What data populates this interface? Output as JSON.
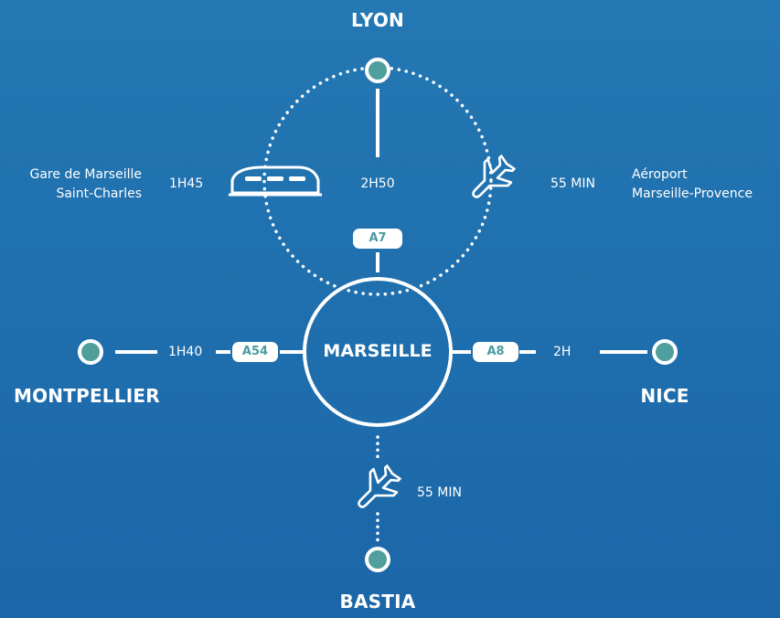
{
  "colors": {
    "background": "#1f6fae",
    "node_fill": "#4f9f9c",
    "line": "#ffffff",
    "badge_text": "#4a9ba0"
  },
  "hub": {
    "label": "MARSEILLE"
  },
  "cities": {
    "north": "LYON",
    "west": "MONTPELLIER",
    "east": "NICE",
    "south": "BASTIA"
  },
  "durations": {
    "train": "1H45",
    "road_lyon": "2H50",
    "flight_lyon": "55 MIN",
    "road_montpellier": "1H40",
    "road_nice": "2H",
    "flight_bastia": "55 MIN"
  },
  "roads": {
    "north": "A7",
    "west": "A54",
    "east": "A8"
  },
  "stations": {
    "train_station": {
      "line1": "Gare de Marseille",
      "line2": "Saint-Charles"
    },
    "airport": {
      "line1": "Aéroport",
      "line2": "Marseille-Provence"
    }
  },
  "icons": {
    "train": "train-icon",
    "plane": "plane-icon",
    "node": "city-node-icon"
  }
}
